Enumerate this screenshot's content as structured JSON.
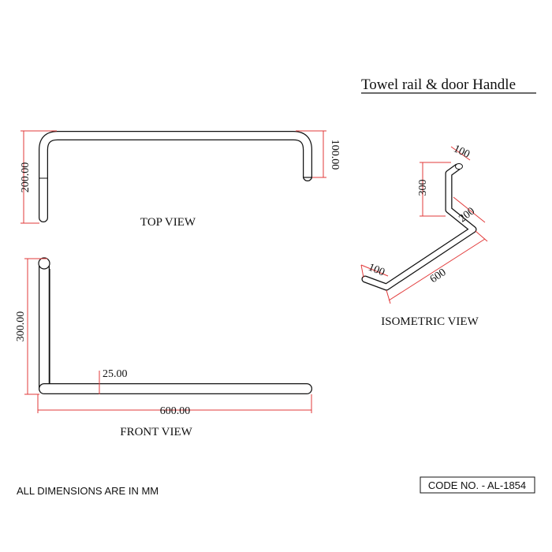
{
  "title": "Towel rail & door Handle",
  "views": {
    "top": "TOP VIEW",
    "front": "FRONT VIEW",
    "isometric": "ISOMETRIC VIEW"
  },
  "dimensions": {
    "top_height": "200.00",
    "top_leg": "100.00",
    "front_height": "300.00",
    "front_offset": "25.00",
    "front_length": "600.00",
    "iso_top": "100",
    "iso_vertical": "300",
    "iso_diag": "200",
    "iso_long": "600",
    "iso_end": "100"
  },
  "footer": {
    "units_note": "ALL DIMENSIONS ARE IN MM",
    "code": "CODE NO. - AL-1854"
  },
  "colors": {
    "dimension_line": "#e23a3a",
    "pipe_outline": "#111111",
    "text": "#111111"
  }
}
